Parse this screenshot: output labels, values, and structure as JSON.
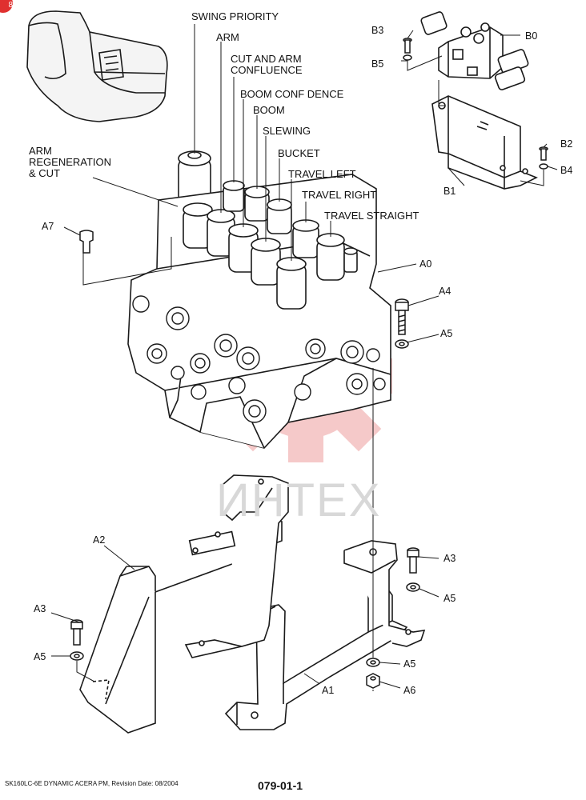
{
  "colors": {
    "line": "#1a1a1a",
    "watermark_gear": "#f2b8b8",
    "watermark_text": "#d8d8d8",
    "badge": "#e0302f"
  },
  "watermark_text": "ИНТЕХ",
  "badge_text": "8",
  "labels": {
    "swing_priority": "SWING PRIORITY",
    "arm": "ARM",
    "cut_arm_1": "CUT AND ARM",
    "cut_arm_2": "CONFLUENCE",
    "boom_conf": "BOOM CONF DENCE",
    "boom": "BOOM",
    "slewing": "SLEWING",
    "bucket": "BUCKET",
    "travel_left": "TRAVEL LEFT",
    "travel_right": "TRAVEL RIGHT",
    "travel_straight": "TRAVEL STRAIGHT",
    "arm_regen_1": "ARM",
    "arm_regen_2": "REGENERATION",
    "arm_regen_3": "& CUT"
  },
  "parts": {
    "a0": "A0",
    "a1": "A1",
    "a2": "A2",
    "a3_top": "A3",
    "a3_left": "A3",
    "a4": "A4",
    "a5_top": "A5",
    "a5_right": "A5",
    "a5_left": "A5",
    "a5_bottom": "A5",
    "a6": "A6",
    "a7": "A7",
    "b0": "B0",
    "b1": "B1",
    "b2": "B2",
    "b3": "B3",
    "b4": "B4",
    "b5": "B5"
  },
  "footer": {
    "model": "SK160LC-6E DYNAMIC ACERA PM, Revision Date: 08/2004",
    "page": "079-01-1"
  }
}
